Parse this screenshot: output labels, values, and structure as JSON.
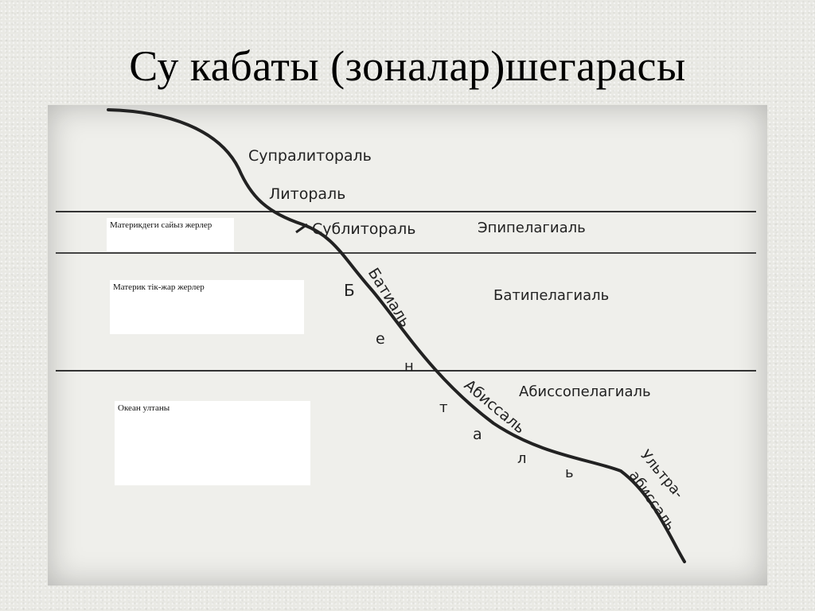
{
  "slide": {
    "title": "Су кабаты (зоналар)шегарасы"
  },
  "diagram": {
    "zones": {
      "supralittoral": "Супралитораль",
      "littoral": "Литораль",
      "sublittoral": "Сублитораль",
      "epipelagial": "Эпипелагиаль",
      "bathyal": "Батиаль",
      "bathypelagial": "Батипелагиаль",
      "abyssal": "Абиссаль",
      "abyssopelagial": "Абиссопелагиаль",
      "ultra1": "Ультра-",
      "ultra2": "абиссаль"
    },
    "benthal_letters": [
      "Б",
      "е",
      "н",
      "т",
      "а",
      "л",
      "ь"
    ],
    "boxes": {
      "shelf": "Материкдеги сайыз жерлер",
      "slope": "Материк тік-жар жерлер",
      "floor": "Океан  ултаны"
    }
  }
}
